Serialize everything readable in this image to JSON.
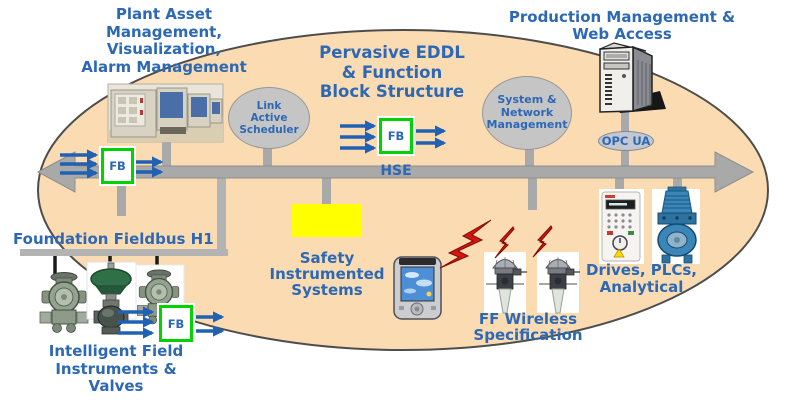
{
  "labels": {
    "plant_asset": "Plant Asset\nManagement,\nVisualization,\nAlarm Management",
    "production_web": "Production Management &\nWeb Access",
    "title": "Pervasive EDDL\n& Function\nBlock Structure",
    "link_active_scheduler": "Link\nActive\nScheduler",
    "system_network_mgmt": "System &\nNetwork\nManagement",
    "opc_ua": "OPC UA",
    "hse": "HSE",
    "fb": "FB",
    "foundation_h1": "Foundation Fieldbus H1",
    "intelligent_field": "Intelligent Field\nInstruments &\nValves",
    "safety_systems": "Safety\nInstrumented\nSystems",
    "ff_wireless": "FF Wireless\nSpecification",
    "drives_plcs": "Drives, PLCs,\nAnalytical"
  },
  "colors": {
    "label_blue": "#2d68b4",
    "ellipse_fill": "#fbdcb2",
    "ellipse_border": "#4d4d4d",
    "bus_gray": "#a9a9a9",
    "node_gray": "#c5c5c5",
    "opc_fill": "#c3c7cf",
    "fb_green": "#00d400",
    "arrow_blue": "#2161b4",
    "safety_yellow": "#ffff00",
    "bolt_red": "#d6160e"
  },
  "icons": {
    "workstation-icon": "control room operator consoles photo",
    "server-tower-icon": "computer tower clipart",
    "pda-icon": "handheld PDA device",
    "wireless-transmitter-icon": "wireless level transmitter",
    "vfd-drive-icon": "variable frequency drive",
    "analyzer-icon": "blue analyzer / valve device",
    "pressure-transmitter-icon": "fieldbus pressure transmitter",
    "control-valve-icon": "control valve with green actuator",
    "wireless-signal-bolt-icon": "red lightning bolt (radio signal)"
  }
}
